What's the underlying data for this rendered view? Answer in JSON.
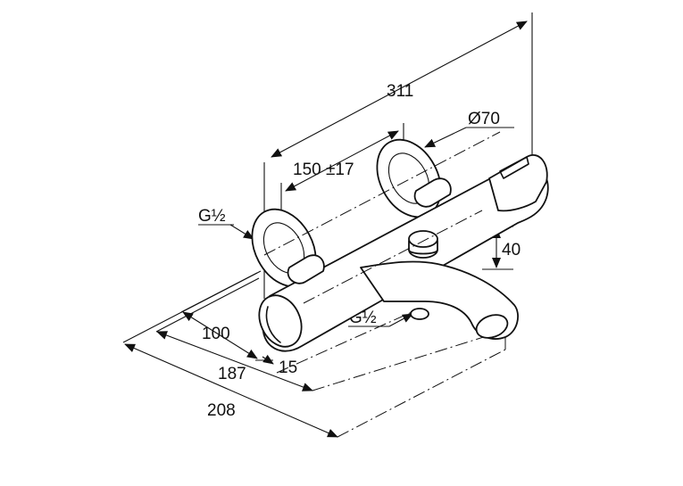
{
  "dimensions": {
    "overall_width": "311",
    "rosette_diameter": "Ø70",
    "center_distance": "150 ±17",
    "height": "40",
    "connection_left": "G½",
    "connection_spout": "G½",
    "wall_to_body": "100",
    "offset": "15",
    "wall_to_spout": "187",
    "total_depth": "208"
  }
}
